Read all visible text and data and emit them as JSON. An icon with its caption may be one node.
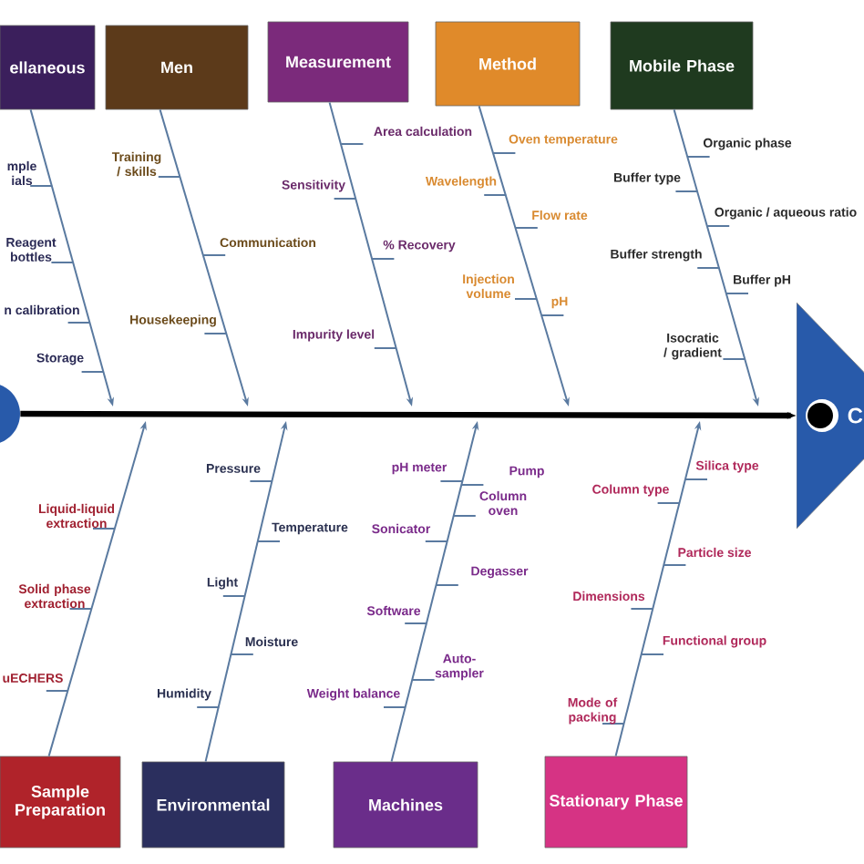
{
  "diagram": {
    "nodes": [
      {
        "text": [
          "ellaneous"
        ]
      },
      {
        "text": [
          "Men"
        ]
      },
      {
        "text": [
          "Measurement"
        ]
      },
      {
        "text": [
          "Method"
        ]
      },
      {
        "text": [
          "Mobile Phase"
        ]
      },
      {
        "text": [],
        "shape": "circle"
      },
      {
        "text": [
          "C"
        ]
      },
      {
        "text": [
          "Sample Preparation"
        ]
      },
      {
        "text": [
          "Environmental"
        ]
      },
      {
        "text": [
          "Machines"
        ]
      },
      {
        "text": [
          "Stationary Phase"
        ]
      }
    ],
    "edges": [
      {
        "from": 0,
        "to": null,
        "arrow": "to"
      },
      {
        "from": 1,
        "to": null,
        "arrow": "to"
      },
      {
        "from": 2,
        "to": null,
        "arrow": "to"
      },
      {
        "from": 3,
        "to": null,
        "arrow": "to"
      },
      {
        "from": 4,
        "to": null,
        "arrow": "to"
      },
      {
        "from": 5,
        "to": 6,
        "arrow": "to",
        "style": "thick",
        "color": "#000000"
      },
      {
        "from": 7,
        "to": null,
        "arrow": "to"
      },
      {
        "from": 8,
        "to": null,
        "arrow": "to"
      },
      {
        "from": 9,
        "to": null,
        "arrow": "to"
      },
      {
        "from": 10,
        "to": null,
        "arrow": "to"
      }
    ],
    "labels": [
      "mple ials",
      "Reagent bottles",
      "n calibration",
      "Storage",
      "Training / skills",
      "Communication",
      "Housekeeping",
      "Area calculation",
      "Sensitivity",
      "% Recovery",
      "Impurity level",
      "Oven temperature",
      "Wavelength",
      "Flow rate",
      "Injection volume",
      "pH",
      "Organic phase",
      "Buffer type",
      "Organic / aqueous ratio",
      "Buffer strength",
      "Buffer pH",
      "Isocratic / gradient",
      "Liquid-liquid extraction",
      "Solid phase extraction",
      "uECHERS",
      "Pressure",
      "Temperature",
      "Light",
      "Moisture",
      "Humidity",
      "pH meter",
      "Pump",
      "Column oven",
      "Sonicator",
      "Degasser",
      "Software",
      "Auto- sampler",
      "Weight balance",
      "Silica type",
      "Column type",
      "Particle size",
      "Dimensions",
      "Functional group",
      "Mode of packing"
    ]
  }
}
